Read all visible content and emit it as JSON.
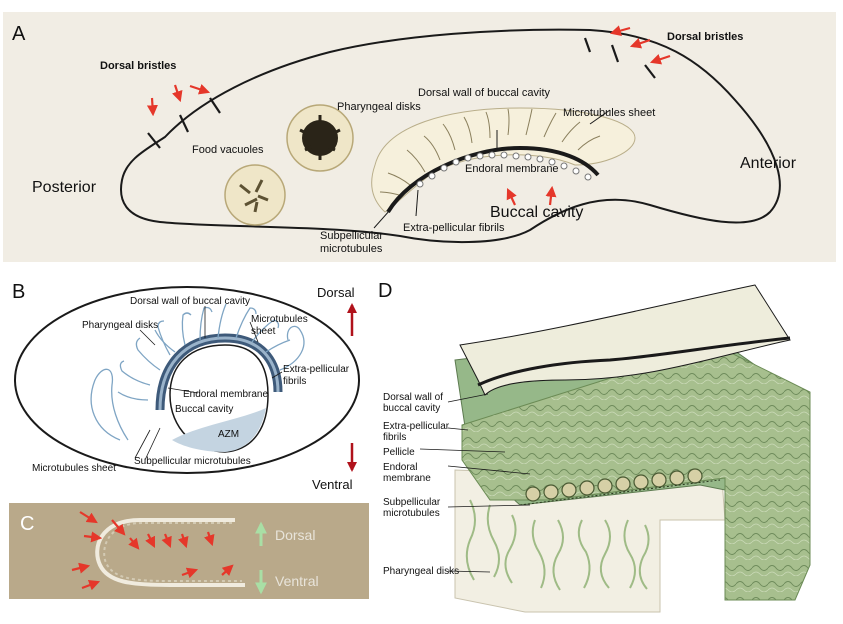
{
  "panel_a": {
    "letter": "A",
    "dorsal_bristles_left": "Dorsal bristles",
    "dorsal_bristles_right": "Dorsal bristles",
    "posterior": "Posterior",
    "anterior": "Anterior",
    "food_vacuoles": "Food vacuoles",
    "pharyngeal_disks": "Pharyngeal disks",
    "dorsal_wall": "Dorsal wall of buccal cavity",
    "microtubules_sheet": "Microtubules sheet",
    "endoral_membrane": "Endoral membrane",
    "buccal_cavity": "Buccal cavity",
    "subpellicular_1": "Subpellicular",
    "subpellicular_2": "microtubules",
    "extra_pellicular": "Extra-pellicular fibrils"
  },
  "panel_b": {
    "letter": "B",
    "dorsal_wall": "Dorsal wall of buccal cavity",
    "dorsal": "Dorsal",
    "ventral": "Ventral",
    "pharyngeal_disks": "Pharyngeal disks",
    "microtubules_sheet_1": "Microtubules",
    "microtubules_sheet_2": "sheet",
    "extra_pellicular_1": "Extra-pellicular",
    "extra_pellicular_2": "fibrils",
    "endoral_membrane": "Endoral membrane",
    "buccal_cavity": "Buccal cavity",
    "azm": "AZM",
    "microtubules_sheet_left": "Microtubules sheet",
    "subpellicular": "Subpellicular microtubules"
  },
  "panel_c": {
    "letter": "C",
    "dorsal": "Dorsal",
    "ventral": "Ventral"
  },
  "panel_d": {
    "letter": "D",
    "dorsal_wall_1": "Dorsal wall of",
    "dorsal_wall_2": "buccal cavity",
    "extra_pellicular_1": "Extra-pellicular",
    "extra_pellicular_2": "fibrils",
    "pellicle": "Pellicle",
    "endoral_1": "Endoral",
    "endoral_2": "membrane",
    "subpellicular_1": "Subpellicular",
    "subpellicular_2": "microtubules",
    "pharyngeal_disks": "Pharyngeal disks"
  },
  "colors": {
    "panel_bg": "#f1ede4",
    "panel_c_bg": "#b9a98a",
    "arrow_red": "#e5372a",
    "dark_red": "#b0121b",
    "membrane_blue": "#3e5a7a",
    "cell_line_blue": "#7fa5c4",
    "fibril_green": "#8fa87a",
    "block_green": "#96b889",
    "azm_blue": "#c4d4e1",
    "green_arrow": "#a9dfa5"
  }
}
